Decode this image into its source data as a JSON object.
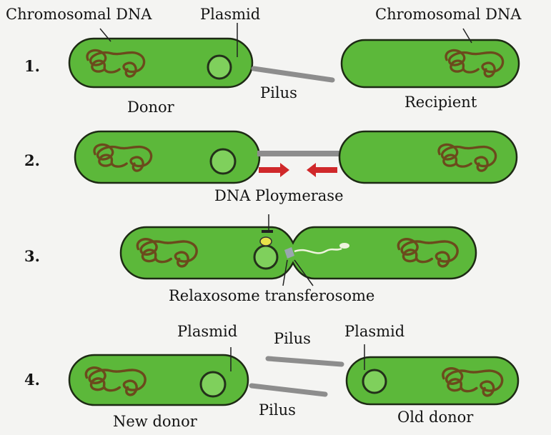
{
  "labels": {
    "chromosomal_dna_left": "Chromosomal DNA",
    "plasmid_top": "Plasmid",
    "chromosomal_dna_right": "Chromosomal DNA",
    "donor": "Donor",
    "pilus_1": "Pilus",
    "recipient": "Recipient",
    "dna_polymerase": "DNA Ploymerase",
    "relaxosome": "Relaxosome transferosome",
    "plasmid_step4_left": "Plasmid",
    "pilus_4_top": "Pilus",
    "plasmid_step4_right": "Plasmid",
    "new_donor": "New donor",
    "pilus_4_bottom": "Pilus",
    "old_donor": "Old donor"
  },
  "steps": [
    "1.",
    "2.",
    "3.",
    "4."
  ],
  "colors": {
    "cell_fill": "#5cb83a",
    "cell_stroke": "#1d2a14",
    "dna_stroke": "#6b4a1c",
    "pilus": "#8d8d8d",
    "arrow": "#d0282a",
    "background": "#f4f4f2"
  }
}
